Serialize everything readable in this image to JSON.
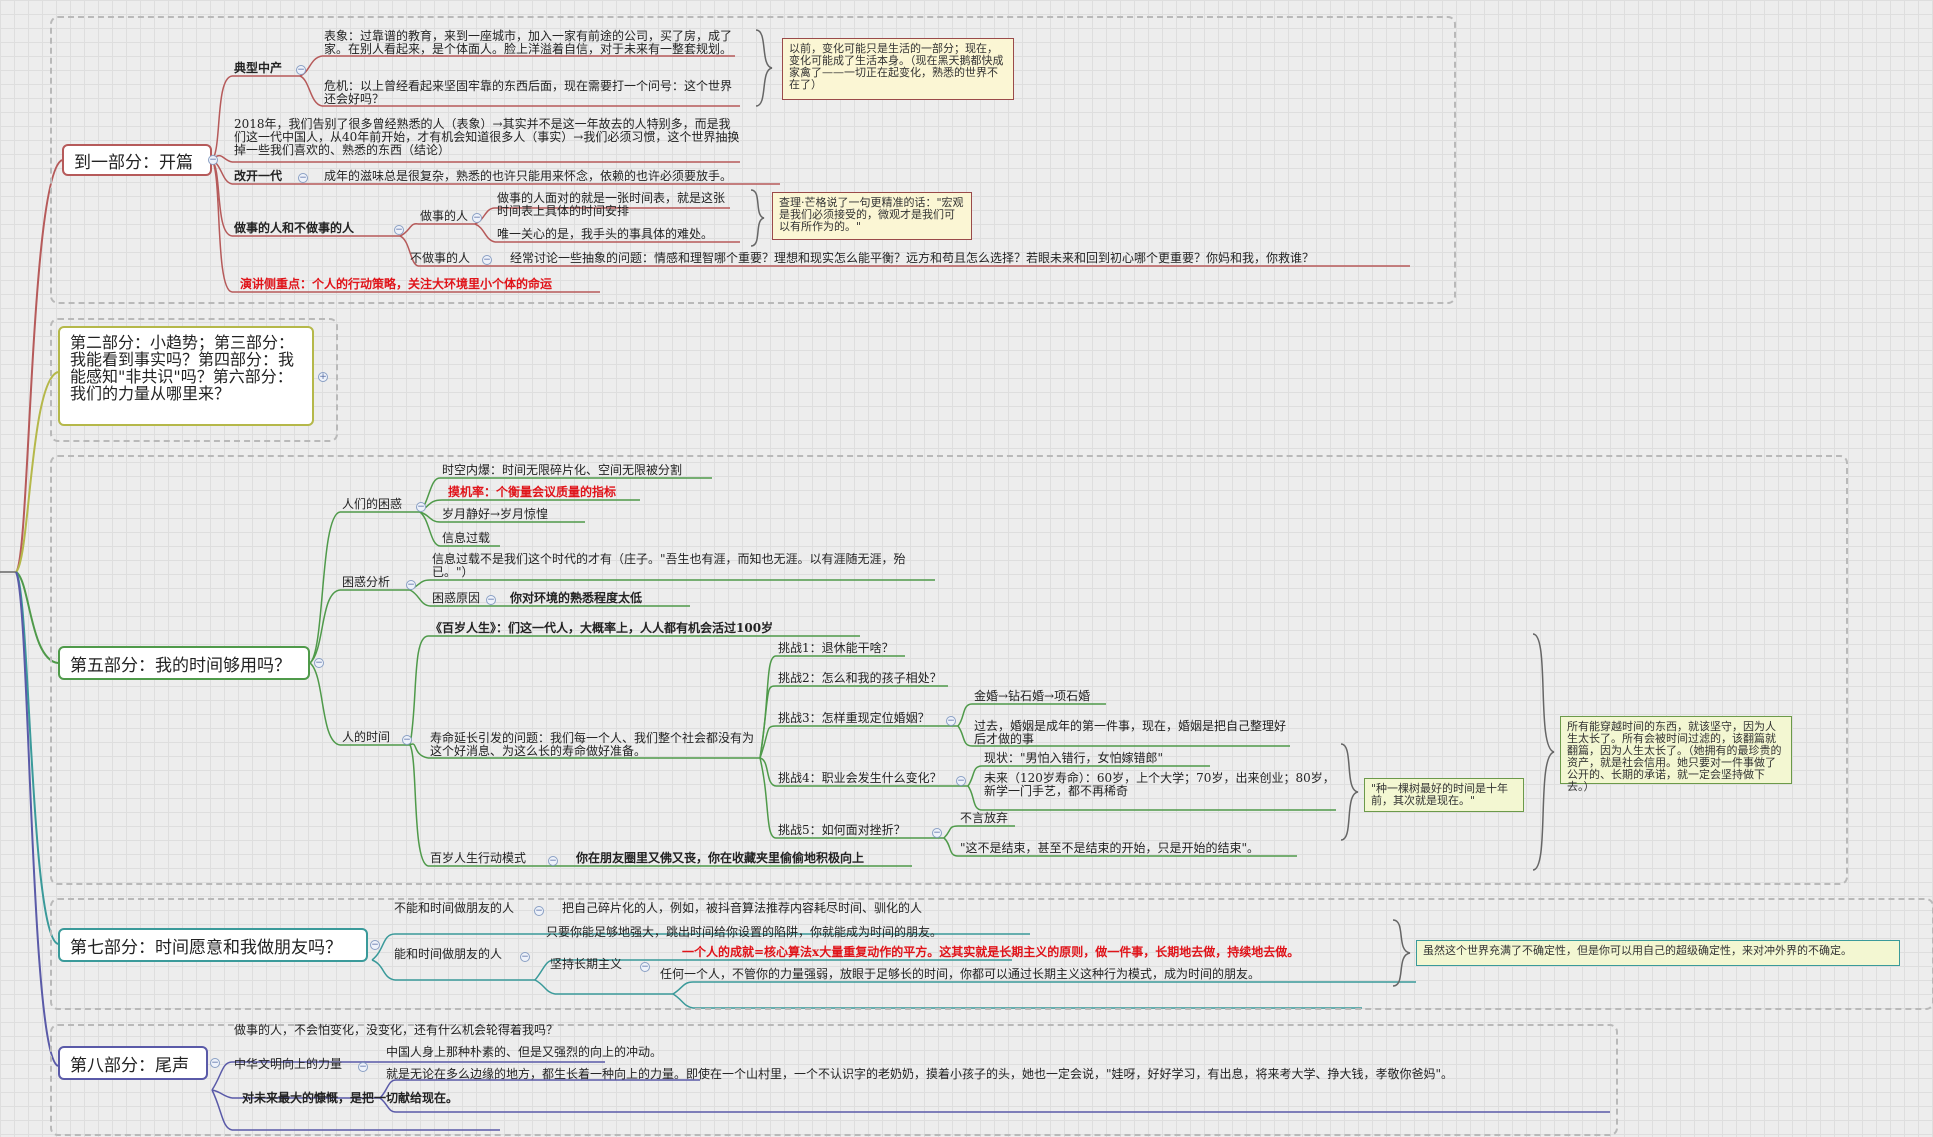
{
  "colors": {
    "part1": "#b65a5a",
    "part2": "#b5b84a",
    "part5": "#4f9a4a",
    "part7": "#3a9a9a",
    "part8": "#5a5aa8",
    "red_text": "#e0141a",
    "note_bg_yellow": "#fbf6d4",
    "note_bg_green": "#f3f7d2"
  },
  "part1": {
    "title": "到一部分：开篇",
    "typical_middle": "典型中产",
    "appearance": "表象：过靠谱的教育，来到一座城市，加入一家有前途的公司，买了房，成了家。在别人看起来，是个体面人。脸上洋溢着自信，对于未来有一整套规划。",
    "crisis": "危机：以上曾经看起来坚固牢靠的东西后面，现在需要打一个问号：这个世界还会好吗？",
    "note_change": "以前，变化可能只是生活的一部分；现在，变化可能成了生活本身。（现在黑天鹅都快成家禽了——一切正在起变化，熟悉的世界不在了）",
    "farewell_2018": "2018年，我们告别了很多曾经熟悉的人（表象）→其实并不是这一年故去的人特别多，而是我们这一代中国人，从40年前开始，才有机会知道很多人（事实）→我们必须习惯，这个世界抽换掉一些我们喜欢的、熟悉的东西（结论）",
    "reform_gen": "改开一代",
    "reform_gen_desc": "成年的滋味总是很复杂，熟悉的也许只能用来怀念，依赖的也许必须要放手。",
    "doers": "做事的人和不做事的人",
    "doer": "做事的人",
    "doer_timetable": "做事的人面对的就是一张时间表，就是这张时间表上具体的时间安排",
    "doer_care": "唯一关心的是，我手头的事具体的难处。",
    "note_munger": "查理·芒格说了一句更精准的话：\"宏观是我们必须接受的，微观才是我们可以有所作为的。\"",
    "non_doer": "不做事的人",
    "non_doer_desc": "经常讨论一些抽象的问题：情感和理智哪个重要？理想和现实怎么能平衡？远方和苟且怎么选择？若眼未来和回到初心哪个更重要？你妈和我，你救谁？",
    "focus": "演讲侧重点：个人的行动策略，关注大环境里小个体的命运"
  },
  "part2": {
    "title": "第二部分：小趋势；第三部分：我能看到事实吗？第四部分：我能感知\"非共识\"吗？第六部分：我们的力量从哪里来？"
  },
  "part5": {
    "title": "第五部分：我的时间够用吗？",
    "confusion": "人们的困惑",
    "space_time": "时空内爆：时间无限碎片化、空间无限被分割",
    "phone_rate": "摸机率：个衡量会议质量的指标",
    "years": "岁月静好→岁月惊惶",
    "info_overload": "信息过载",
    "analysis": "困惑分析",
    "analysis_desc": "信息过载不是我们这个时代的才有（庄子。\"吾生也有涯，而知也无涯。以有涯随无涯，殆已。\"）",
    "cause": "困惑原因",
    "cause_desc": "你对环境的熟悉程度太低",
    "human_time": "人的时间",
    "centenarian": "《百岁人生》：们这一代人，大概率上，人人都有机会活过100岁",
    "longevity": "寿命延长引发的问题：我们每一个人、我们整个社会都没有为这个好消息、为这么长的寿命做好准备。",
    "ch1": "挑战1：退休能干啥？",
    "ch2": "挑战2：怎么和我的孩子相处？",
    "ch3": "挑战3：怎样重现定位婚姻？",
    "ch3_a": "金婚→钻石婚→项石婚",
    "ch3_b": "过去，婚姻是成年的第一件事，现在，婚姻是把自己整理好后才做的事",
    "ch4": "挑战4：职业会发生什么变化？",
    "ch4_a": "现状：\"男怕入错行，女怕嫁错郎\"",
    "ch4_b": "未来（120岁寿命）：60岁，上个大学；70岁，出来创业；80岁，新学一门手艺，都不再稀奇",
    "ch5": "挑战5：如何面对挫折？",
    "ch5_a": "不言放弃",
    "ch5_b": "\"这不是结束，甚至不是结束的开始，只是开始的结束\"。",
    "note_tree": "\"种一棵树最好的时间是十年前，其次就是现在。\"",
    "action_mode": "百岁人生行动模式",
    "action_mode_desc": "你在朋友圈里又佛又丧，你在收藏夹里偷偷地积极向上",
    "note_time": "所有能穿越时间的东西，就该坚守，因为人生太长了。所有会被时间过滤的，该翻篇就翻篇，因为人生太长了。（她拥有的最珍贵的资产，就是社会信用。她只要对一件事做了公开的、长期的承诺，就一定会坚持做下去。）"
  },
  "part7": {
    "title": "第七部分：时间愿意和我做朋友吗？",
    "cannot": "不能和时间做朋友的人",
    "cannot_desc": "把自己碎片化的人，例如，被抖音算法推荐内容耗尽时间、驯化的人",
    "can": "能和时间做朋友的人",
    "can_strong": "只要你能足够地强大，跳出时间给你设置的陷阱，你就能成为时间的朋友。",
    "longterm": "坚持长期主义",
    "longterm_red": "一个人的成就=核心算法x大量重复动作的平方。这其实就是长期主义的原则，做一件事，长期地去做，持续地去做。",
    "longterm_any": "任何一个人，不管你的力量强弱，放眼于足够长的时间，你都可以通过长期主义这种行为模式，成为时间的朋友。",
    "note_certainty": "虽然这个世界充满了不确定性，但是你可以用自己的超级确定性，来对冲外界的不确定。"
  },
  "part8": {
    "title": "第八部分：尾声",
    "q": "做事的人，不会怕变化，没变化，还有什么机会轮得着我吗？",
    "upward": "中华文明向上的力量",
    "upward_a": "中国人身上那种朴素的、但是又强烈的向上的冲动。",
    "upward_b": "就是无论在多么边缘的地方，都生长着一种向上的力量。即使在一个山村里，一个不认识字的老奶奶，摸着小孩子的头，她也一定会说，\"娃呀，好好学习，有出息，将来考大学、挣大钱，孝敬你爸妈\"。",
    "last": "对未来最大的慷慨，是把一切献给现在。"
  }
}
